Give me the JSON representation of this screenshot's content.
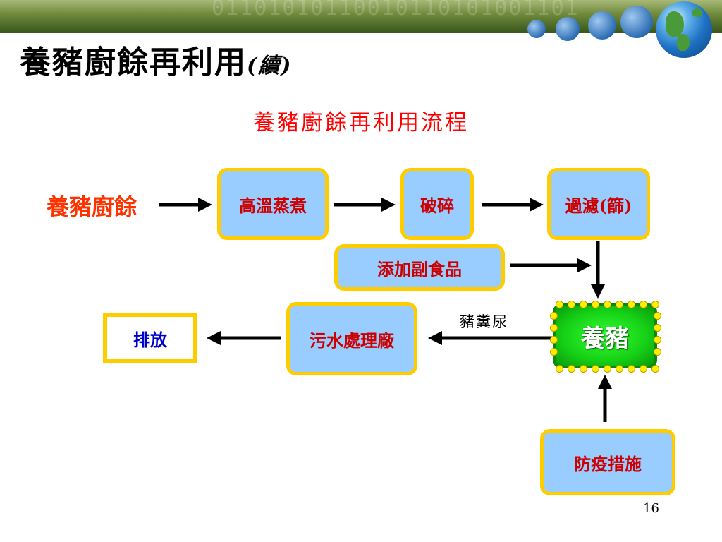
{
  "slide": {
    "title": "養豬廚餘再利用",
    "title_suffix": "(續)",
    "page_number": "16"
  },
  "flow": {
    "title": "養豬廚餘再利用流程",
    "input": "養豬廚餘",
    "nodes": {
      "steam": "高溫蒸煮",
      "crush": "破碎",
      "filter": "過濾(篩)",
      "additive": "添加副食品",
      "pig": "養豬",
      "epidemic": "防疫措施",
      "wastewater": "污水處理廠",
      "discharge": "排放"
    },
    "edge_labels": {
      "pig_to_wastewater": "豬糞尿"
    }
  },
  "colors": {
    "box_fill": "#99ccff",
    "box_border": "#ffcc00",
    "node_text": "#cc0000",
    "title_red": "#ff0000",
    "pig_green": "#16d016",
    "discharge_text": "#0000cc"
  }
}
